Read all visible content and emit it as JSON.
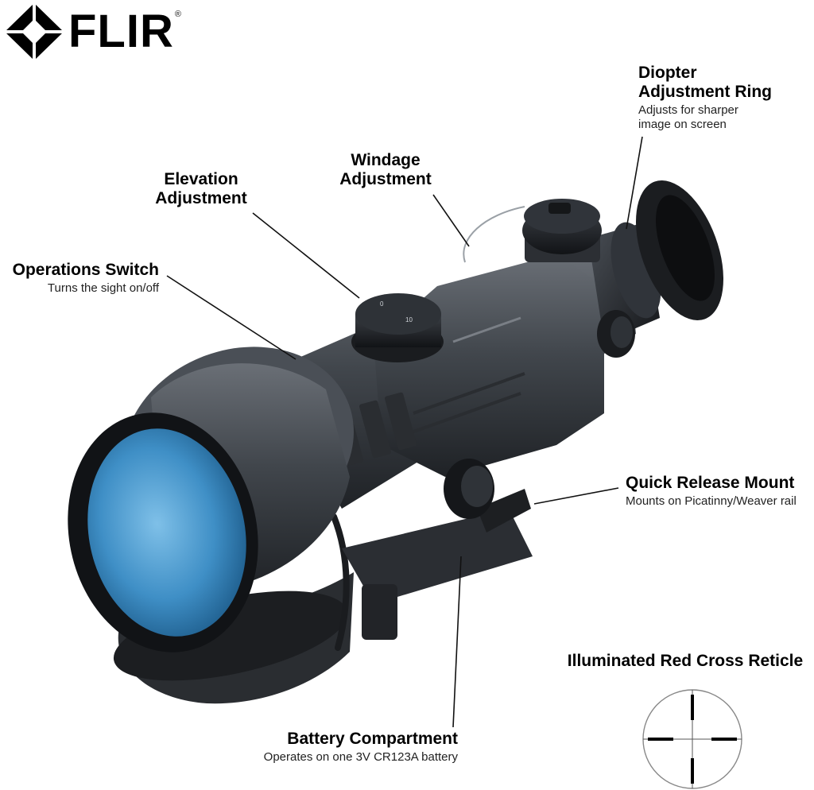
{
  "brand": {
    "logo_text": "FLIR",
    "registered": "®"
  },
  "callouts": {
    "diopter": {
      "title_line1": "Diopter",
      "title_line2": "Adjustment Ring",
      "desc_line1": "Adjusts for sharper",
      "desc_line2": "image on screen"
    },
    "windage": {
      "title_line1": "Windage",
      "title_line2": "Adjustment"
    },
    "elevation": {
      "title_line1": "Elevation",
      "title_line2": "Adjustment"
    },
    "operations": {
      "title": "Operations Switch",
      "desc": "Turns the sight on/off"
    },
    "quick_release": {
      "title": "Quick Release Mount",
      "desc": "Mounts on Picatinny/Weaver rail"
    },
    "reticle": {
      "title": "Illuminated Red Cross Reticle"
    },
    "battery": {
      "title": "Battery Compartment",
      "desc": "Operates on one 3V CR123A battery"
    }
  },
  "elevation_knob_marks": {
    "start": "0",
    "end": "10"
  },
  "colors": {
    "body": "#3a3e44",
    "body_light": "#5a5f66",
    "lens": "#2f7fb8",
    "lens_light": "#7fc0e8"
  }
}
